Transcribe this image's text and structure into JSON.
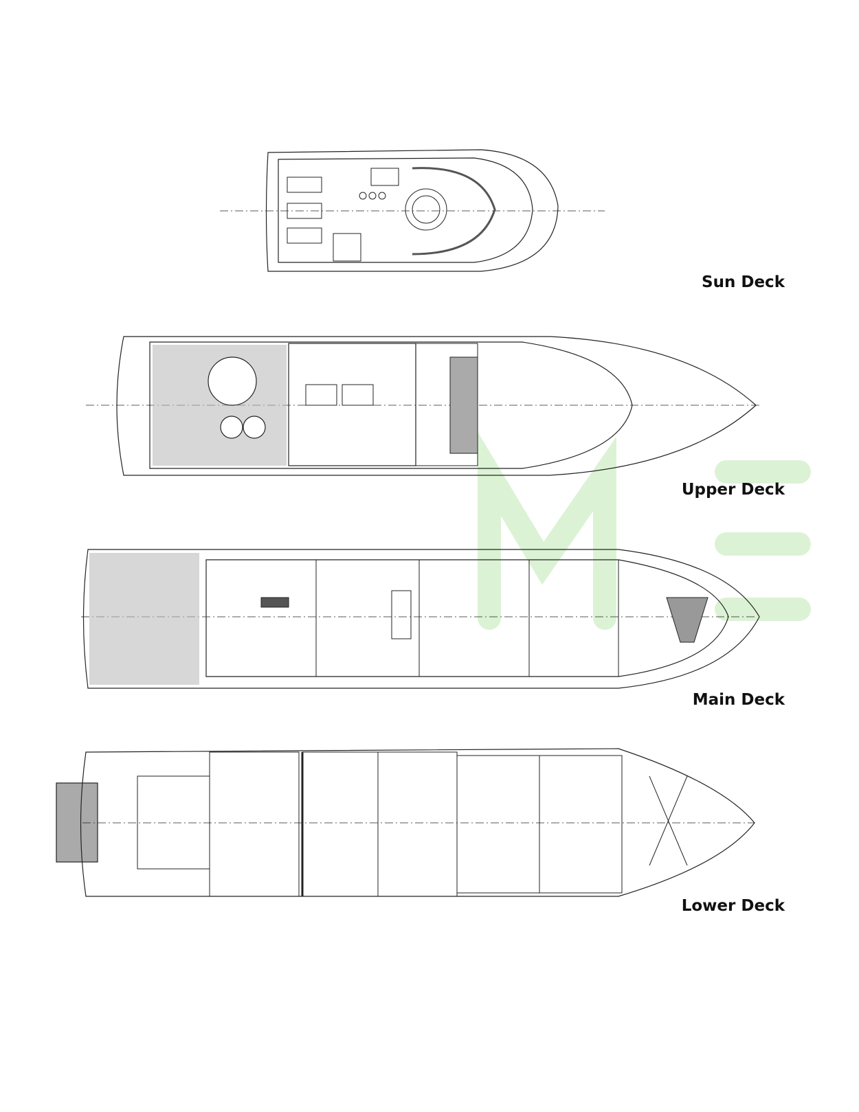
{
  "decks": [
    {
      "name": "Sun Deck"
    },
    {
      "name": "Upper Deck"
    },
    {
      "name": "Main Deck"
    },
    {
      "name": "Lower Deck"
    }
  ],
  "watermark": {
    "text": "ME",
    "color": "#d6f0cf"
  },
  "colors": {
    "line": "#222222",
    "background": "#ffffff"
  }
}
